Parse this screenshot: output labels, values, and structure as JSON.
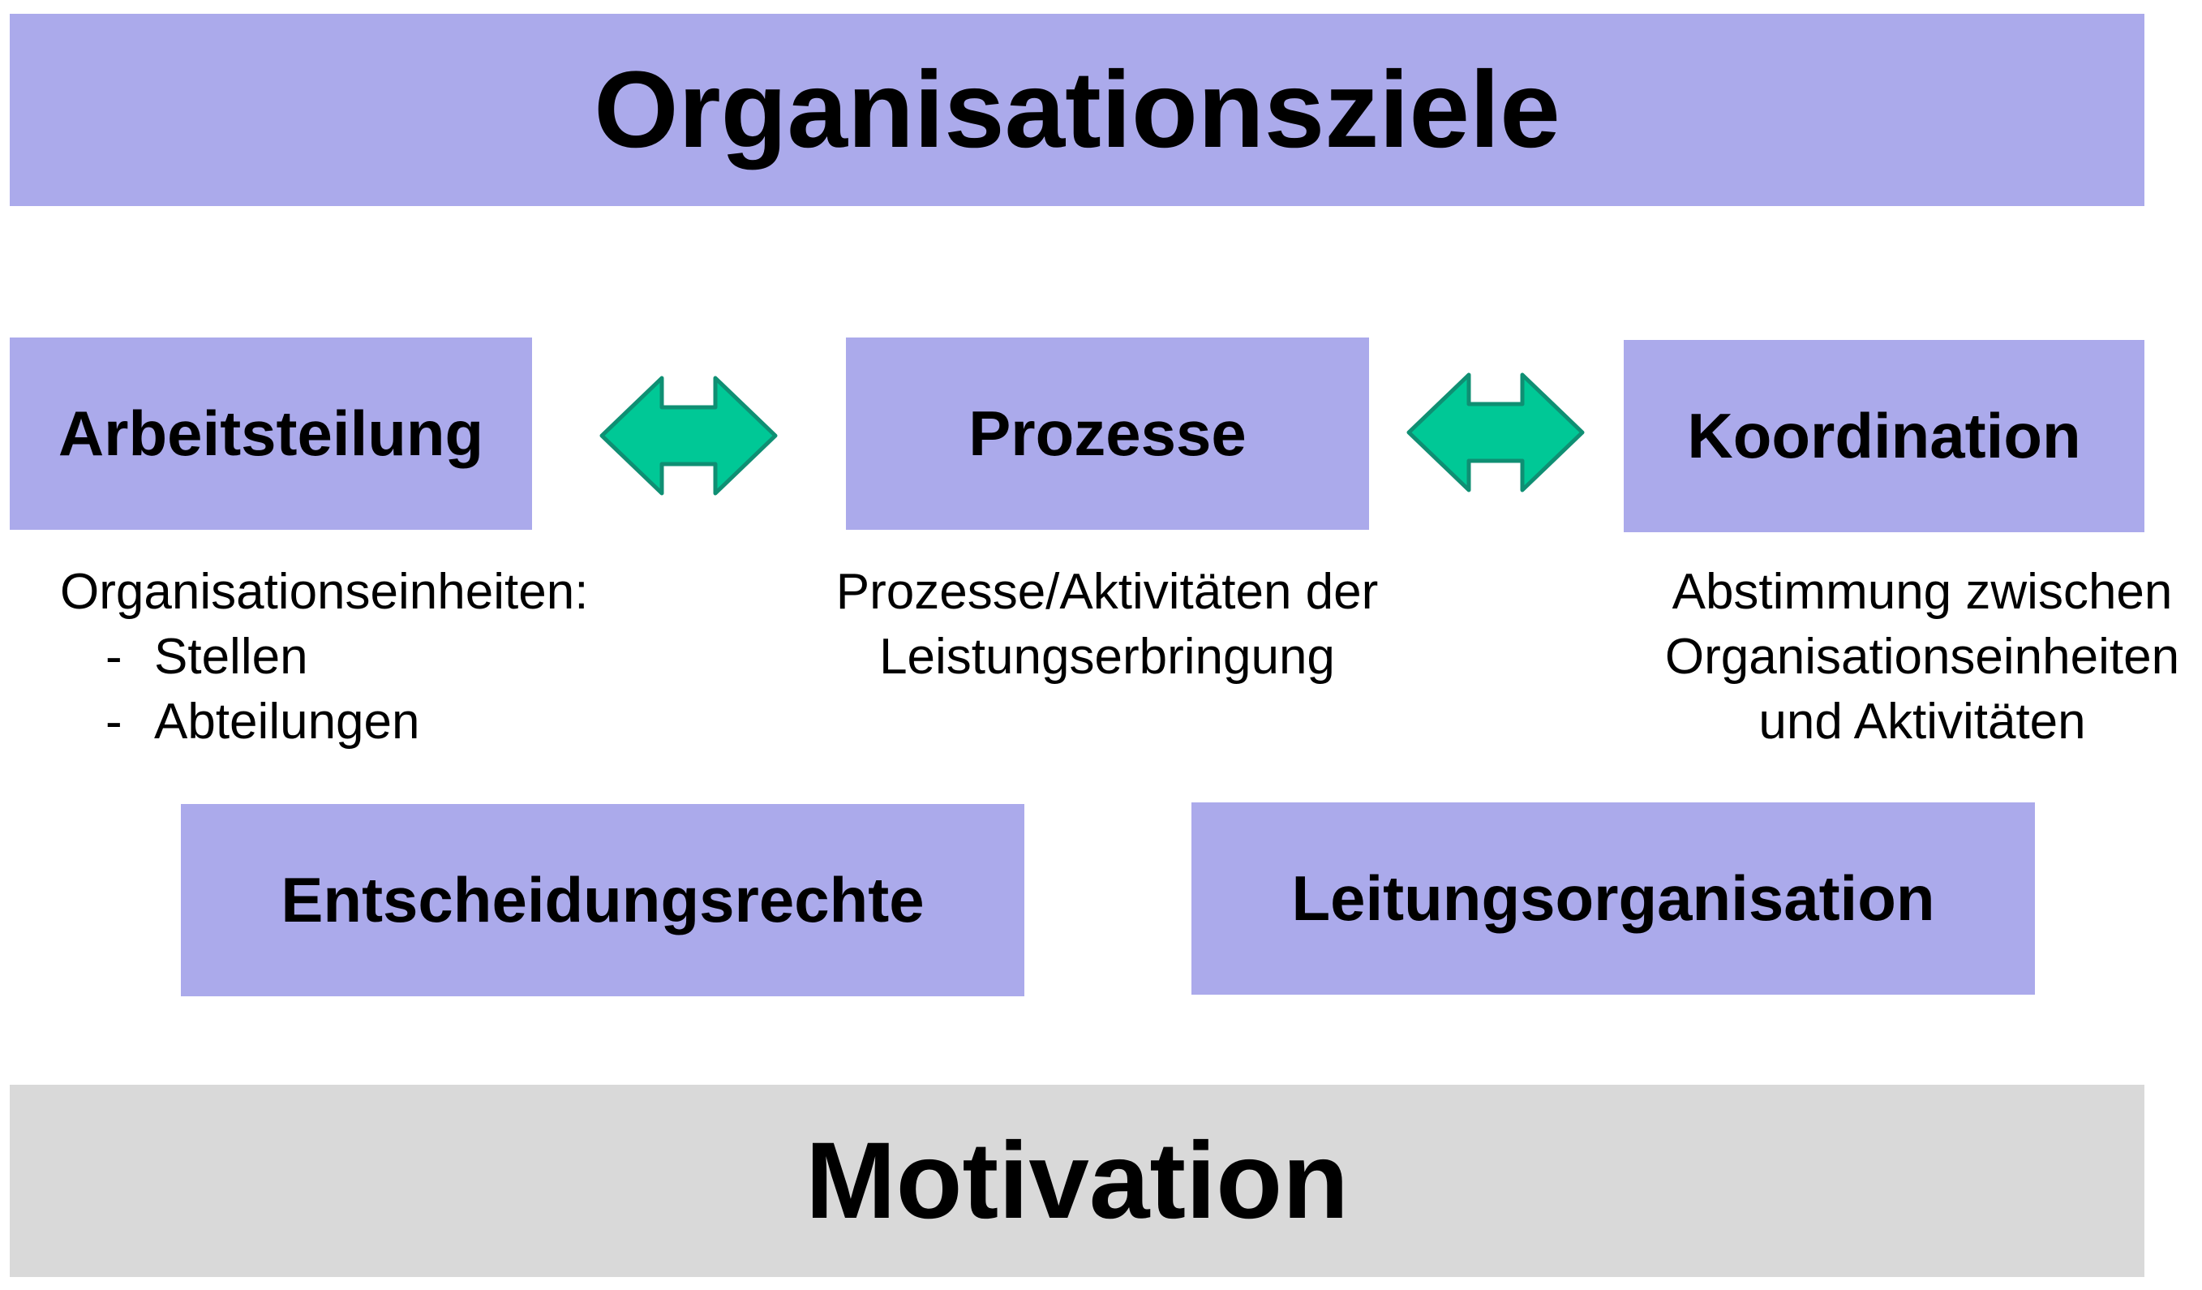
{
  "colors": {
    "box_fill": "#abaaeb",
    "bottom_band_fill": "#d9d9d9",
    "arrow_fill": "#00c896",
    "arrow_stroke": "#0f8f73"
  },
  "header": {
    "title": "Organisationsziele"
  },
  "elements": {
    "arbeitsteilung": {
      "label": "Arbeitsteilung",
      "description": {
        "heading": "Organisationseinheiten:",
        "items": [
          {
            "bullet": "-",
            "text": "Stellen"
          },
          {
            "bullet": "-",
            "text": "Abteilungen"
          }
        ]
      }
    },
    "prozesse": {
      "label": "Prozesse",
      "description": {
        "lines": [
          "Prozesse/Aktivitäten der",
          "Leistungserbringung"
        ]
      }
    },
    "koordination": {
      "label": "Koordination",
      "description": {
        "lines": [
          "Abstimmung zwischen",
          "Organisationseinheiten",
          "und Aktivitäten"
        ]
      }
    },
    "entscheidungsrechte": {
      "label": "Entscheidungsrechte"
    },
    "leitungsorganisation": {
      "label": "Leitungsorganisation"
    }
  },
  "arrows": [
    {
      "from": "Arbeitsteilung",
      "to": "Prozesse",
      "direction": "bidirectional",
      "icon": "double-arrow-icon"
    },
    {
      "from": "Prozesse",
      "to": "Koordination",
      "direction": "bidirectional",
      "icon": "double-arrow-icon"
    }
  ],
  "footer": {
    "title": "Motivation"
  }
}
